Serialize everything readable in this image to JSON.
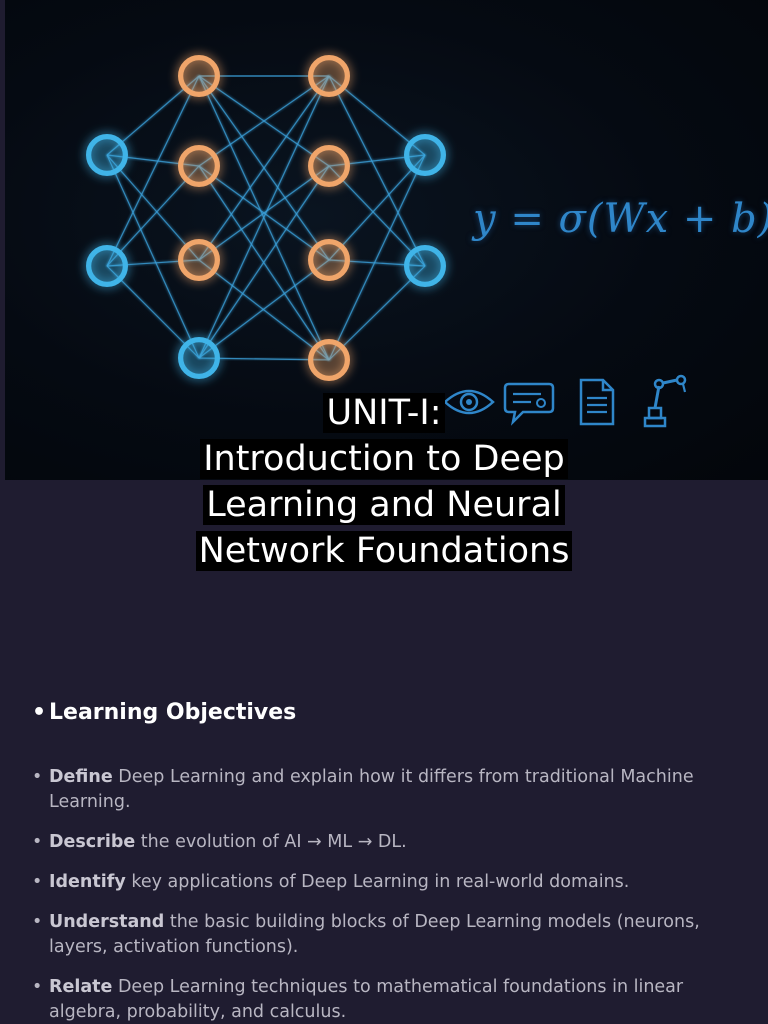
{
  "formula": {
    "text": "y = σ(Wx + b)"
  },
  "icons": [
    "eye-icon",
    "chat-bubble-icon",
    "document-icon",
    "robot-arm-icon"
  ],
  "title": {
    "lines": [
      "UNIT-I:",
      "Introduction to Deep",
      "Learning and Neural",
      "Network Foundations"
    ]
  },
  "objectives": {
    "bullet": "•",
    "heading": "Learning Objectives",
    "items": [
      {
        "keyword": "Define",
        "text": " Deep Learning and explain how it differs from traditional Machine Learning."
      },
      {
        "keyword": "Describe",
        "text": " the evolution of AI → ML → DL."
      },
      {
        "keyword": "Identify",
        "text": " key applications of Deep Learning in real-world domains."
      },
      {
        "keyword": "Understand",
        "text": " the basic building blocks of Deep Learning models (neurons, layers, activation functions)."
      },
      {
        "keyword": "Relate",
        "text": " Deep Learning techniques to mathematical foundations in linear algebra, probability, and calculus."
      }
    ]
  },
  "colors": {
    "background": "#1f1c30",
    "input_node": "#3fb4e8",
    "hidden_node": "#f0a56a",
    "edge": "#3a9fd8"
  }
}
